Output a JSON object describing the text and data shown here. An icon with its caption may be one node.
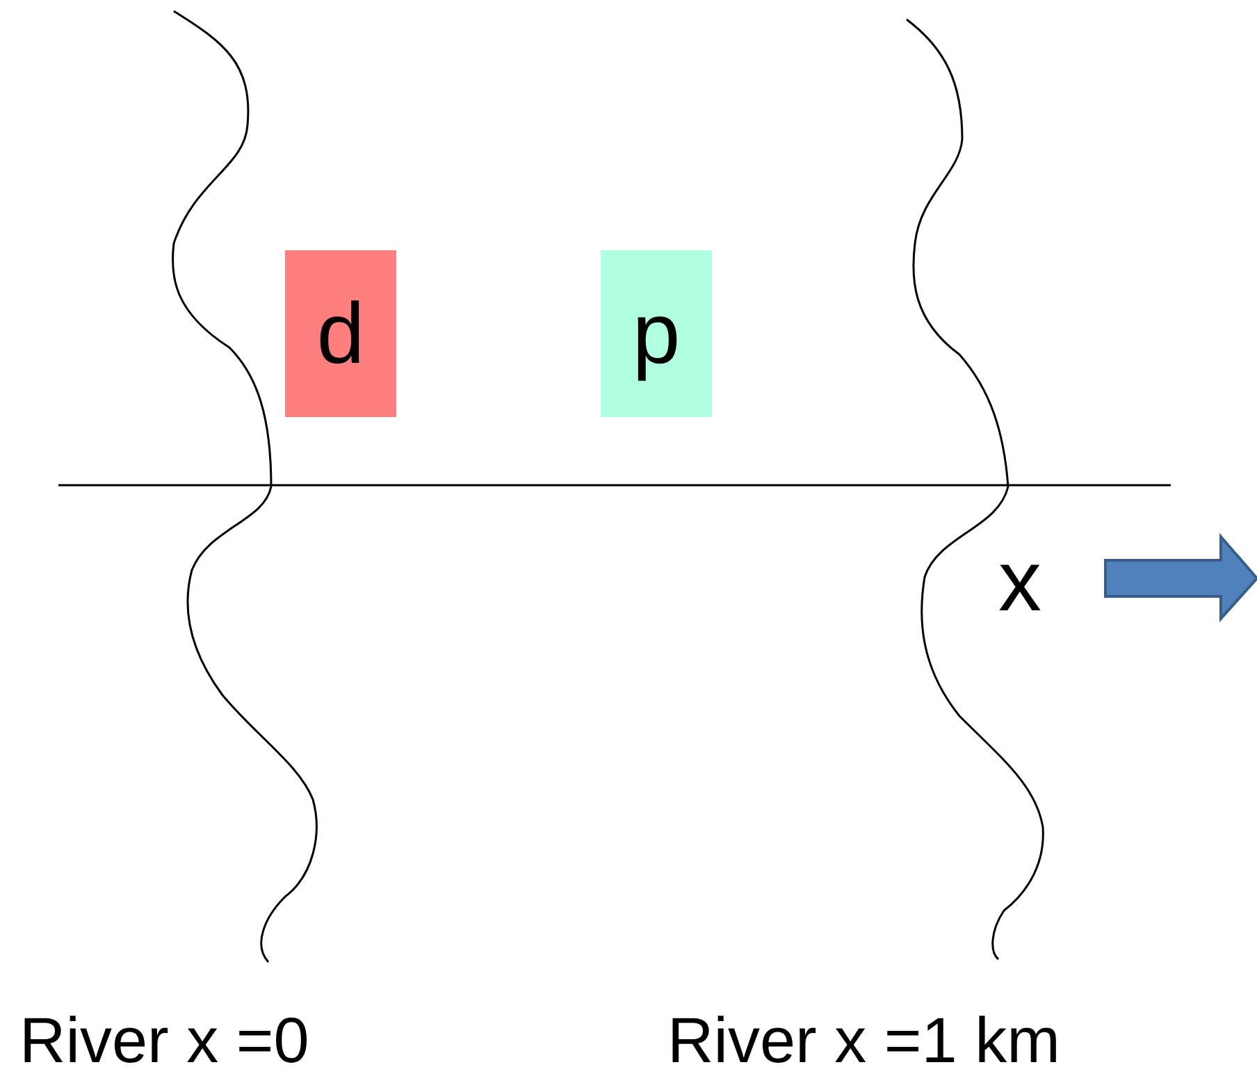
{
  "diagram": {
    "nodes": [
      {
        "text": [
          "d"
        ]
      },
      {
        "text": [
          "p"
        ]
      }
    ],
    "labels": [
      "x",
      "River x =0",
      "River x =1 km"
    ]
  }
}
